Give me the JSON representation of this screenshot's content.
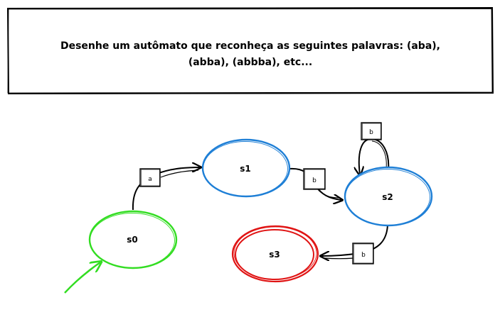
{
  "prompt": {
    "line1": "Desenhe um autômato que reconheça as seguintes palavras: (aba),",
    "line2": "(abba), (abbba), etc..."
  },
  "states": [
    {
      "id": "s0",
      "label": "s0",
      "kind": "initial",
      "color": "#33dd22"
    },
    {
      "id": "s1",
      "label": "s1",
      "kind": "normal",
      "color": "#1e7fd6"
    },
    {
      "id": "s2",
      "label": "s2",
      "kind": "normal",
      "color": "#1e7fd6"
    },
    {
      "id": "s3",
      "label": "s3",
      "kind": "final",
      "color": "#e01414"
    }
  ],
  "transitions": [
    {
      "from": "s0",
      "to": "s1",
      "label": "a"
    },
    {
      "from": "s1",
      "to": "s2",
      "label": "b"
    },
    {
      "from": "s2",
      "to": "s2",
      "label": "b"
    },
    {
      "from": "s2",
      "to": "s3",
      "label": "b"
    }
  ],
  "colors": {
    "initial_arrow": "#33dd22",
    "ink": "#000000"
  }
}
